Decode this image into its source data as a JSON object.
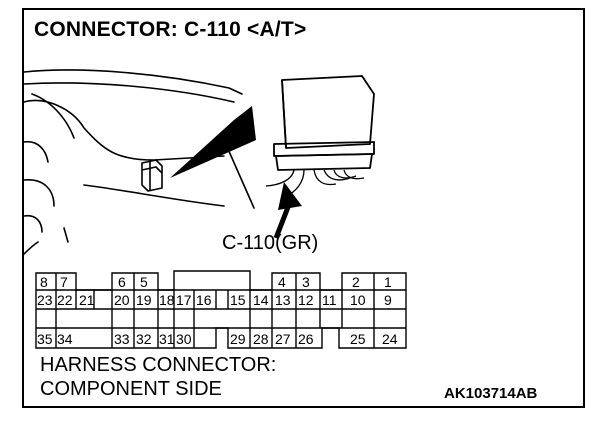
{
  "title": "CONNECTOR: C-110 <A/T>",
  "callout_label": "C-110(GR)",
  "harness_line1": "HARNESS CONNECTOR:",
  "harness_line2": "COMPONENT SIDE",
  "figure_code": "AK103714AB",
  "connector_pins": {
    "row1": [
      "8",
      "7",
      "6",
      "5",
      "4",
      "3",
      "2",
      "1"
    ],
    "row2": [
      "23",
      "22",
      "21",
      "20",
      "19",
      "18",
      "17",
      "16",
      "15",
      "14",
      "13",
      "12",
      "11",
      "10",
      "9"
    ],
    "row3": [
      "35",
      "34",
      "33",
      "32",
      "31",
      "30",
      "29",
      "28",
      "27",
      "26",
      "25",
      "24"
    ]
  }
}
